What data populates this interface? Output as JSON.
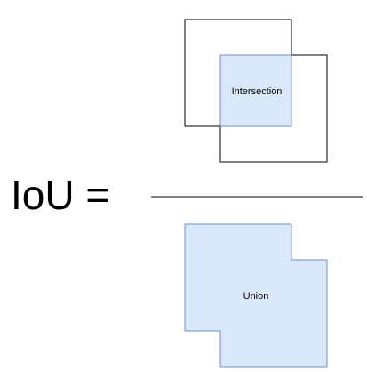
{
  "formula": {
    "lhs": "IoU ="
  },
  "numerator": {
    "label": "Intersection"
  },
  "denominator": {
    "label": "Union"
  },
  "colors": {
    "fill": "#dae8fc",
    "stroke": "#6c8ebf",
    "line": "#000000"
  }
}
